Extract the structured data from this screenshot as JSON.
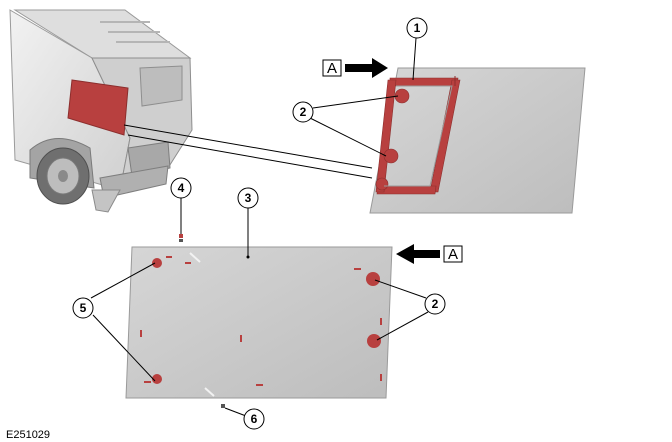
{
  "figure_id": "E251029",
  "view_label": "A",
  "callouts": {
    "c1": "1",
    "c2_top": "2",
    "c3": "3",
    "c4": "4",
    "c5": "5",
    "c2_bottom": "2",
    "c6": "6"
  },
  "colors": {
    "panel_grey": "#c8c8c8",
    "highlight_red": "#b8403f",
    "vehicle_grey": "#e6e6e6"
  }
}
